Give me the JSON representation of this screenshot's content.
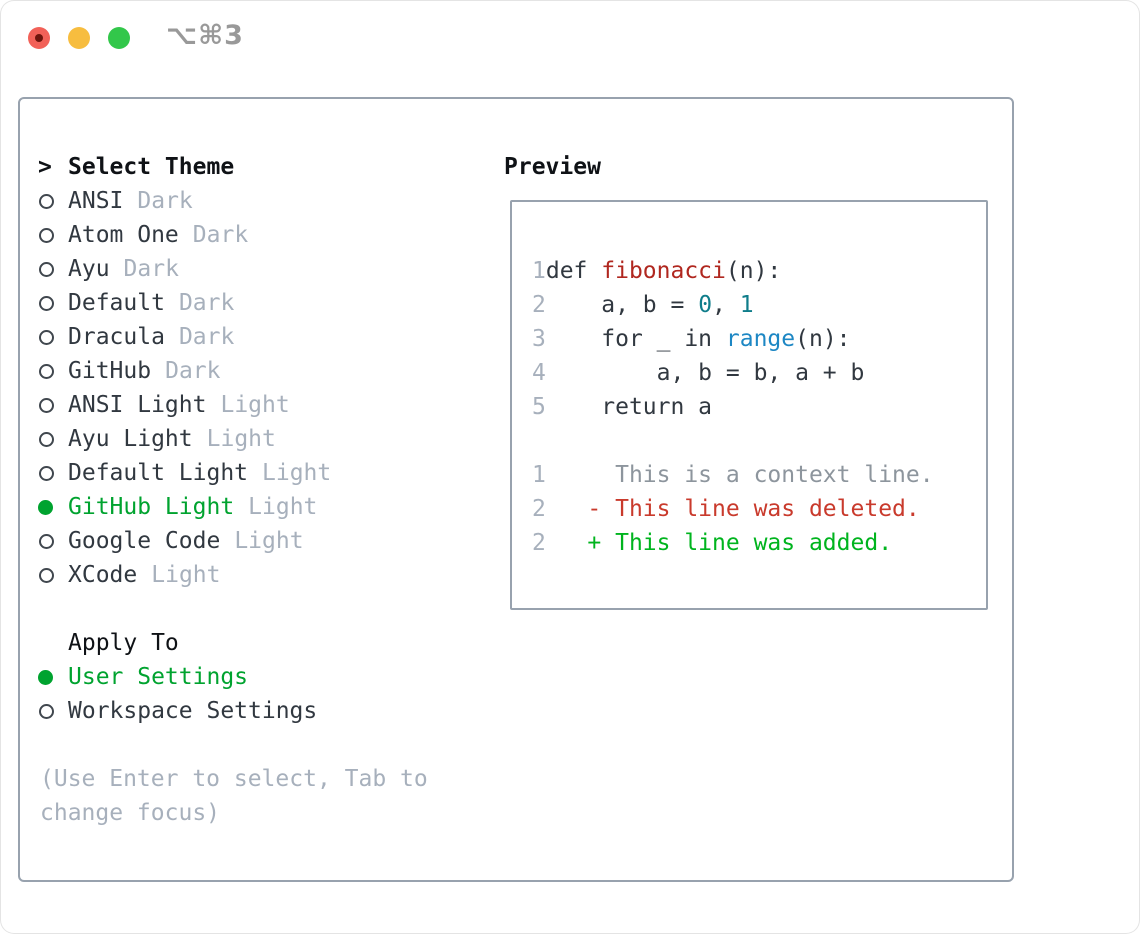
{
  "window": {
    "title": "⌥⌘3",
    "traffic_lights": [
      "close",
      "minimize",
      "zoom"
    ]
  },
  "theme_panel": {
    "header_prefix": ">",
    "header": "Select Theme",
    "themes": [
      {
        "name": "ANSI",
        "variant": "Dark",
        "selected": false
      },
      {
        "name": "Atom One",
        "variant": "Dark",
        "selected": false
      },
      {
        "name": "Ayu",
        "variant": "Dark",
        "selected": false
      },
      {
        "name": "Default",
        "variant": "Dark",
        "selected": false
      },
      {
        "name": "Dracula",
        "variant": "Dark",
        "selected": false
      },
      {
        "name": "GitHub",
        "variant": "Dark",
        "selected": false
      },
      {
        "name": "ANSI Light",
        "variant": "Light",
        "selected": false
      },
      {
        "name": "Ayu Light",
        "variant": "Light",
        "selected": false
      },
      {
        "name": "Default Light",
        "variant": "Light",
        "selected": false
      },
      {
        "name": "GitHub Light",
        "variant": "Light",
        "selected": true
      },
      {
        "name": "Google Code",
        "variant": "Light",
        "selected": false
      },
      {
        "name": "XCode",
        "variant": "Light",
        "selected": false
      }
    ],
    "apply_to": {
      "header": "Apply To",
      "options": [
        {
          "label": "User Settings",
          "selected": true
        },
        {
          "label": "Workspace Settings",
          "selected": false
        }
      ]
    },
    "help_lines": [
      "(Use Enter to select, Tab to",
      "change focus)"
    ]
  },
  "preview": {
    "header": "Preview",
    "code_lines": [
      {
        "num": "1",
        "segments": [
          {
            "t": "def ",
            "c": "code"
          },
          {
            "t": "fibonacci",
            "c": "func"
          },
          {
            "t": "(n):",
            "c": "code"
          }
        ]
      },
      {
        "num": "2",
        "segments": [
          {
            "t": "    a, b = ",
            "c": "code"
          },
          {
            "t": "0",
            "c": "num"
          },
          {
            "t": ", ",
            "c": "code"
          },
          {
            "t": "1",
            "c": "num"
          }
        ]
      },
      {
        "num": "3",
        "segments": [
          {
            "t": "    for _ in ",
            "c": "code"
          },
          {
            "t": "range",
            "c": "builtin"
          },
          {
            "t": "(n):",
            "c": "code"
          }
        ]
      },
      {
        "num": "4",
        "segments": [
          {
            "t": "        a, b = b, a + b",
            "c": "code"
          }
        ]
      },
      {
        "num": "5",
        "segments": [
          {
            "t": "    return a",
            "c": "code"
          }
        ]
      },
      {
        "num": "",
        "segments": []
      },
      {
        "num": "1",
        "segments": [
          {
            "t": "     This is a context line.",
            "c": "context"
          }
        ]
      },
      {
        "num": "2",
        "segments": [
          {
            "t": "   - This line was deleted.",
            "c": "deleted"
          }
        ]
      },
      {
        "num": "2",
        "segments": [
          {
            "t": "   + This line was added.",
            "c": "added"
          }
        ]
      }
    ]
  },
  "colors": {
    "text": "#313840",
    "header": "#0f1216",
    "muted": "#a7b0bc",
    "context": "#8d959d",
    "green": "#00a32f",
    "added": "#00b41e",
    "deleted": "#c93a2c",
    "func": "#b0271f",
    "builtin": "#1d87c4",
    "numlit": "#0f7d8a",
    "border": "#98a2ae",
    "ring": "#40474e",
    "title_gray": "#999999",
    "tl_red": "#f26158",
    "tl_red_dot": "#6e150d",
    "tl_yellow": "#f7bd3f",
    "tl_green": "#32c74a"
  }
}
